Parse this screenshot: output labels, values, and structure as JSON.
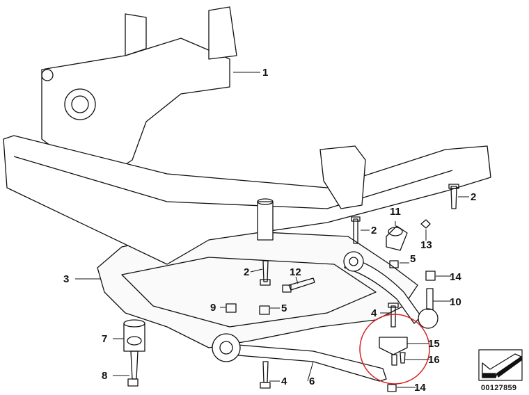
{
  "diagram": {
    "callouts": [
      {
        "id": "c1",
        "text": "1"
      },
      {
        "id": "c2a",
        "text": "2"
      },
      {
        "id": "c2b",
        "text": "2"
      },
      {
        "id": "c2c",
        "text": "2"
      },
      {
        "id": "c3",
        "text": "3"
      },
      {
        "id": "c4a",
        "text": "4"
      },
      {
        "id": "c4b",
        "text": "4"
      },
      {
        "id": "c5a",
        "text": "5"
      },
      {
        "id": "c5b",
        "text": "5"
      },
      {
        "id": "c6",
        "text": "6"
      },
      {
        "id": "c7",
        "text": "7"
      },
      {
        "id": "c8",
        "text": "8"
      },
      {
        "id": "c9",
        "text": "9"
      },
      {
        "id": "c10",
        "text": "10"
      },
      {
        "id": "c11",
        "text": "11"
      },
      {
        "id": "c12",
        "text": "12"
      },
      {
        "id": "c13",
        "text": "13"
      },
      {
        "id": "c14a",
        "text": "14"
      },
      {
        "id": "c14b",
        "text": "14"
      },
      {
        "id": "c15",
        "text": "15"
      },
      {
        "id": "c16",
        "text": "16"
      }
    ],
    "highlight_color": "#d42020",
    "reference_number": "00127859",
    "direction_icon": "front-arrow-icon"
  }
}
